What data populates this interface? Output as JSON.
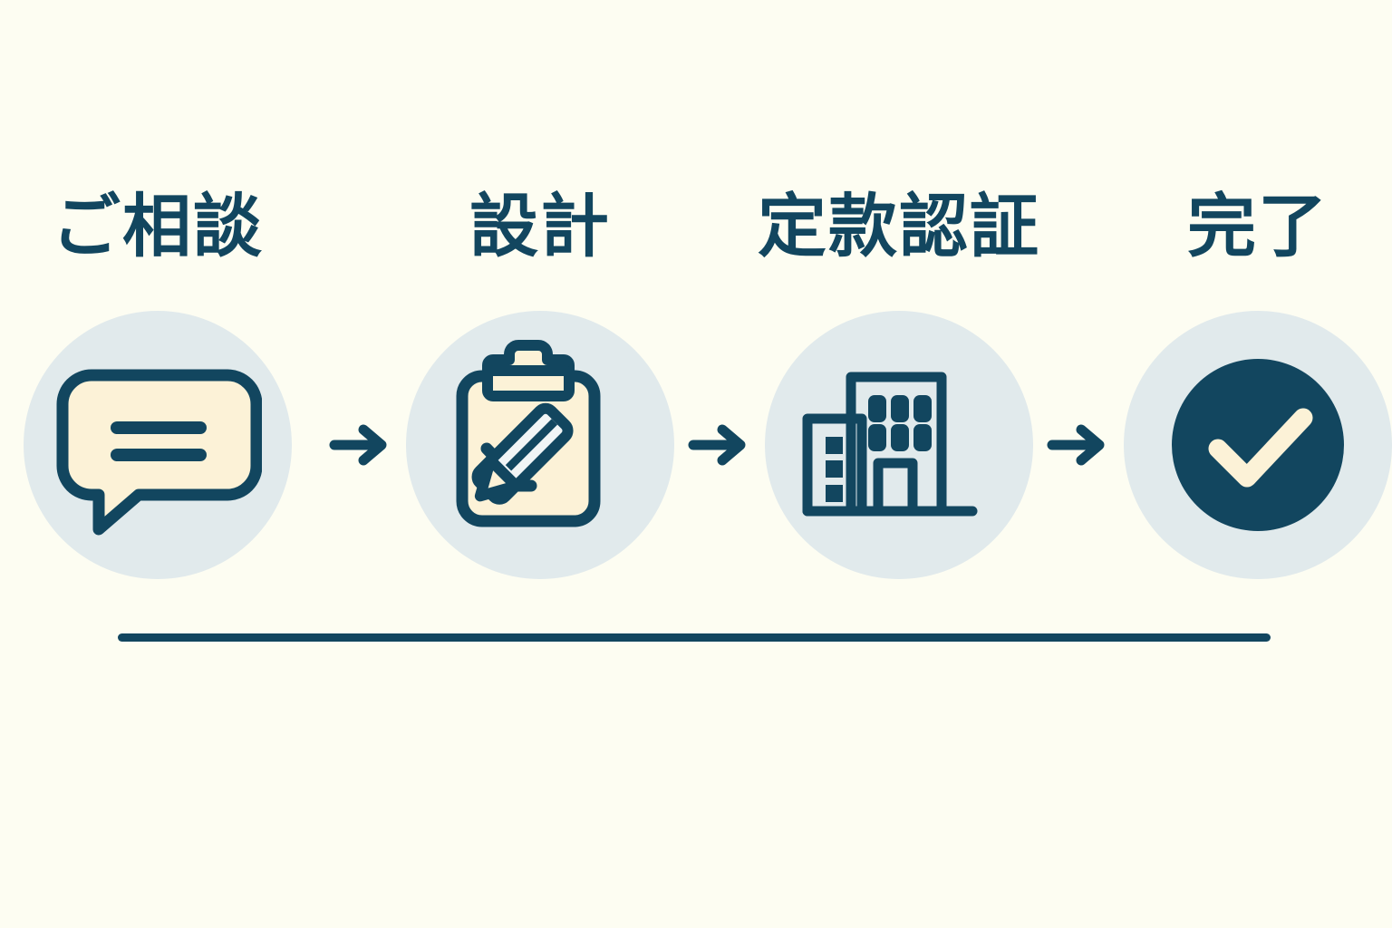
{
  "theme": {
    "background": "#FDFDF2",
    "navy": "#12465F",
    "cream": "#FCF2D7",
    "circle_bg": "#E1EAEC"
  },
  "flow": {
    "title": "",
    "steps": [
      {
        "label": "ご相談",
        "icon": "speech-bubble-icon",
        "icon_meaning": "consultation"
      },
      {
        "label": "設計",
        "icon": "clipboard-pencil-icon",
        "icon_meaning": "design"
      },
      {
        "label": "定款認証",
        "icon": "office-building-icon",
        "icon_meaning": "articles-of-incorporation-certification"
      },
      {
        "label": "完了",
        "icon": "check-circle-icon",
        "icon_meaning": "completion"
      }
    ],
    "connectors": [
      {
        "icon": "arrow-right-icon"
      },
      {
        "icon": "arrow-right-icon"
      },
      {
        "icon": "arrow-right-icon"
      }
    ]
  },
  "divider": {
    "name": "bottom-rule"
  }
}
